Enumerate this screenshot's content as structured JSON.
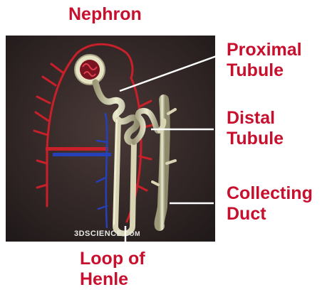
{
  "title": "Nephron",
  "labels": {
    "proximal": [
      "Proximal",
      "Tubule"
    ],
    "distal": [
      "Distal",
      "Tubule"
    ],
    "collecting": [
      "Collecting",
      "Duct"
    ],
    "loop": [
      "Loop of",
      "Henle"
    ]
  },
  "watermark": {
    "brand": "3DSCIENCE",
    "suffix": ".COM"
  },
  "colors": {
    "label": "#c8102e",
    "background_panel": "#2e2424",
    "tubule": "#d8d4b4",
    "artery": "#c8202a",
    "vein": "#2540b8",
    "callout_line": "#ffffff"
  }
}
